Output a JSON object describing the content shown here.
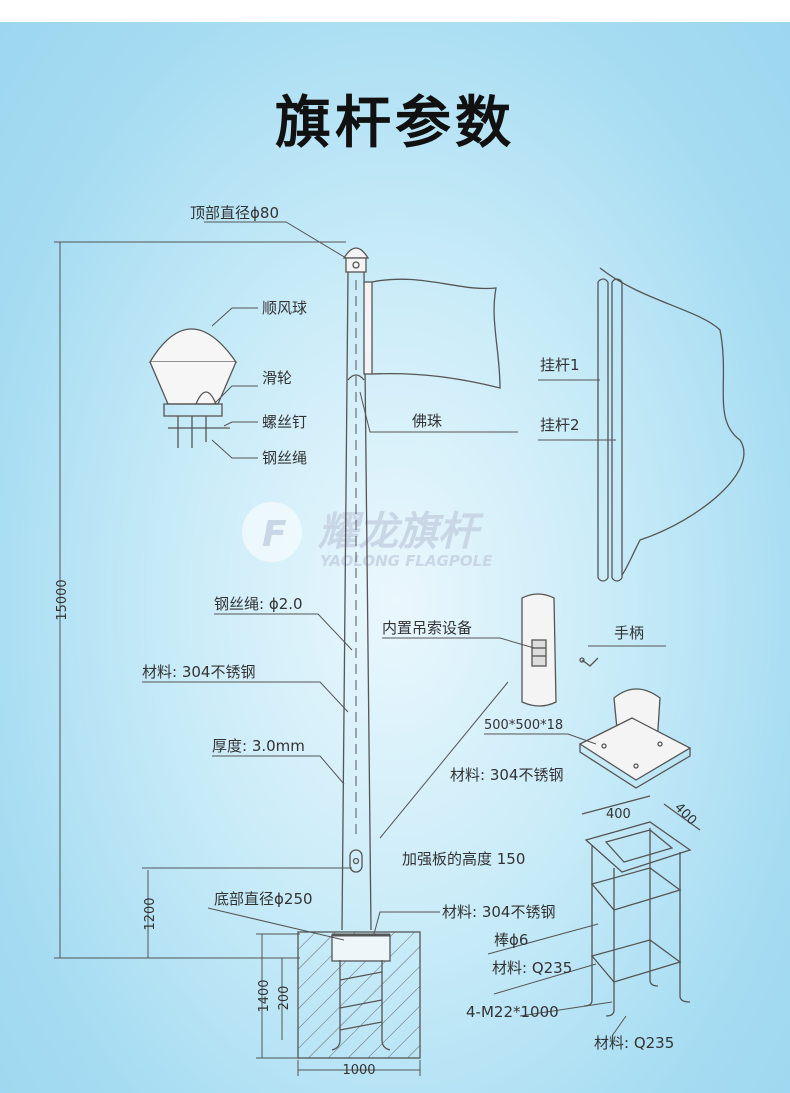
{
  "title": "旗杆参数",
  "labels": {
    "top_diameter": "顶部直径ϕ80",
    "wind_ball": "顺风球",
    "pulley": "滑轮",
    "screw": "螺丝钉",
    "wire_rope": "钢丝绳",
    "buddha_bead": "佛珠",
    "hook_pole_1": "挂杆1",
    "hook_pole_2": "挂杆2",
    "wire_rope_spec": "钢丝绳: ϕ2.0",
    "material_pole": "材料: 304不锈钢",
    "thickness": "厚度: 3.0mm",
    "builtin_sling": "内置吊索设备",
    "handle": "手柄",
    "base_plate": "500*500*18",
    "material_base": "材料: 304不锈钢",
    "rib_height": "加强板的高度 150",
    "bottom_diameter": "底部直径ϕ250",
    "material_bottom": "材料: 304不锈钢",
    "rod": "棒ϕ6",
    "material_rod": "材料: Q235",
    "anchor_bolts": "4-M22*1000",
    "material_anchor": "材料: Q235"
  },
  "dimensions": {
    "total_height": "15000",
    "h1200": "1200",
    "h1400": "1400",
    "h200": "200",
    "w1000": "1000",
    "w400a": "400",
    "w400b": "400"
  },
  "watermark": {
    "brand_cn": "耀龙旗杆",
    "brand_en": "YAOLONG FLAGPOLE"
  }
}
